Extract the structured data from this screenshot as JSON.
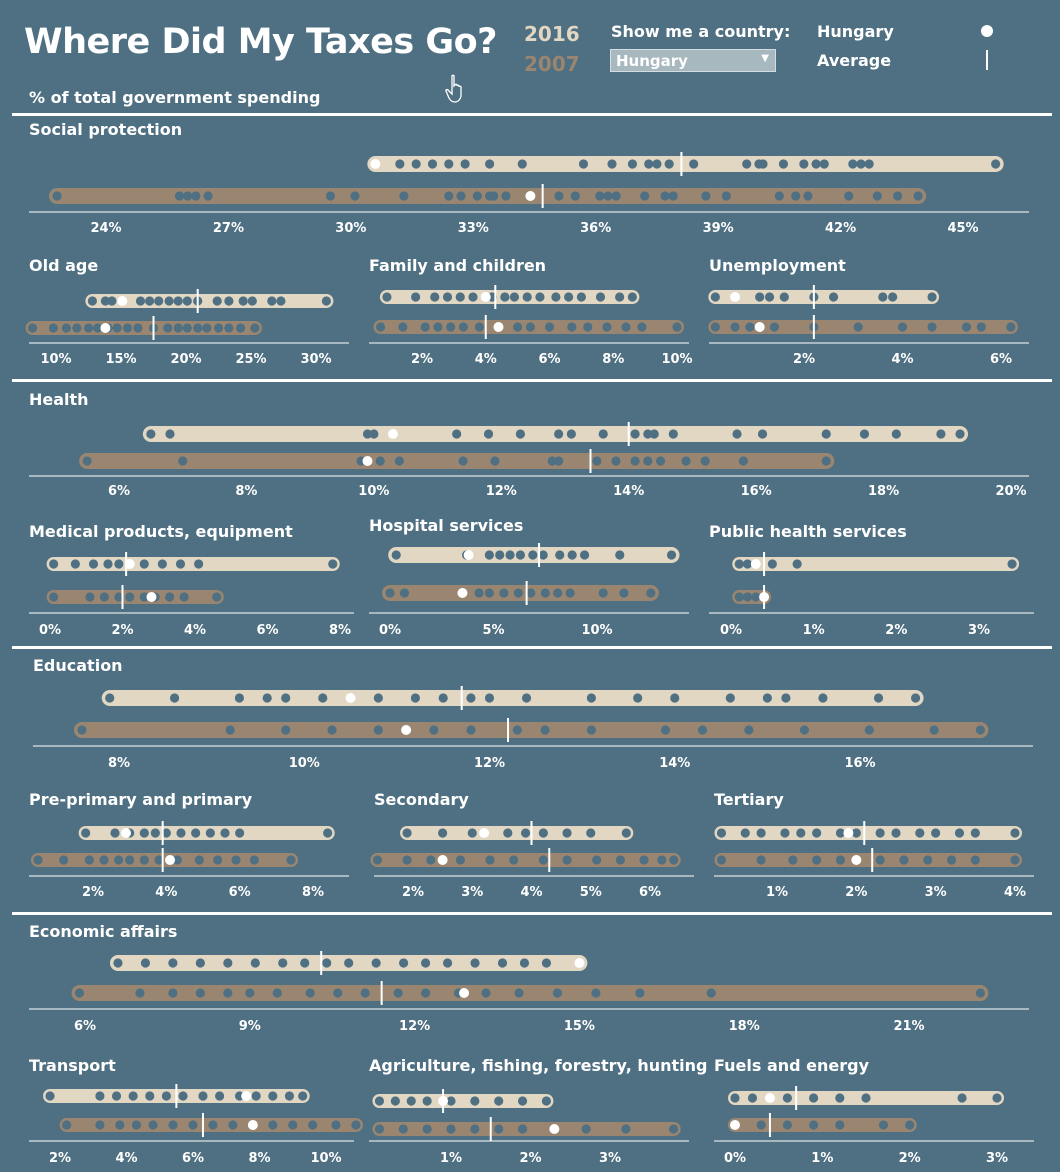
{
  "header": {
    "title": "Where Did My Taxes Go?",
    "subtitle": "% of total government spending",
    "year_recent": "2016",
    "year_old": "2007",
    "country_prompt": "Show me a country:",
    "selected_country": "Hungary",
    "legend_country": "Hungary",
    "legend_average": "Average"
  },
  "colors": {
    "background": "#4f7082",
    "track_2016": "#e2d7c3",
    "track_2007": "#9a8670",
    "country_dots": "#4f7082",
    "highlight": "#ffffff"
  },
  "chart_data": [
    {
      "id": "social",
      "type": "scatter",
      "title": "Social protection",
      "xlabel": "% of total government spending",
      "ticks": [
        24,
        27,
        30,
        33,
        36,
        39,
        42,
        45
      ],
      "tick_suffix": "%",
      "series": [
        {
          "name": "2016",
          "values": [
            30.6,
            31.2,
            31.6,
            32.0,
            32.4,
            32.8,
            33.4,
            34.2,
            35.7,
            36.4,
            36.9,
            37.3,
            37.5,
            37.8,
            38.4,
            39.7,
            40.0,
            40.1,
            40.6,
            41.1,
            41.4,
            41.6,
            42.3,
            42.5,
            42.7,
            45.8
          ],
          "hungary": 30.6,
          "average": 38.1
        },
        {
          "name": "2007",
          "values": [
            22.8,
            25.8,
            26.0,
            26.2,
            26.5,
            29.5,
            30.1,
            31.3,
            32.4,
            32.7,
            33.1,
            33.4,
            33.5,
            33.8,
            34.4,
            35.1,
            35.5,
            36.1,
            36.3,
            36.5,
            37.2,
            37.7,
            37.9,
            38.7,
            39.2,
            40.5,
            40.9,
            41.2,
            42.2,
            42.9,
            43.4,
            43.9
          ],
          "hungary": 34.4,
          "average": 34.7
        }
      ]
    },
    {
      "id": "oldage",
      "type": "scatter",
      "title": "Old age",
      "ticks": [
        10,
        15,
        20,
        25,
        30
      ],
      "tick_suffix": "%",
      "series": [
        {
          "name": "2016",
          "values": [
            12.8,
            13.8,
            14.3,
            15.1,
            16.5,
            17.2,
            17.9,
            18.7,
            19.4,
            20.1,
            20.9,
            22.4,
            23.3,
            24.4,
            25.1,
            26.6,
            27.3,
            30.8
          ],
          "hungary": 15.1,
          "average": 20.9
        },
        {
          "name": "2007",
          "values": [
            8.2,
            9.8,
            10.8,
            11.6,
            12.5,
            13.2,
            14.0,
            14.7,
            15.5,
            16.3,
            17.5,
            18.6,
            19.4,
            20.1,
            20.9,
            21.6,
            22.5,
            23.3,
            24.2,
            25.3
          ],
          "hungary": 13.8,
          "average": 17.5
        }
      ]
    },
    {
      "id": "family",
      "type": "scatter",
      "title": "Family and children",
      "ticks": [
        2,
        4,
        6,
        8,
        10
      ],
      "tick_suffix": "%",
      "series": [
        {
          "name": "2016",
          "values": [
            0.9,
            1.8,
            2.4,
            2.8,
            3.2,
            3.6,
            4.2,
            4.6,
            4.9,
            5.3,
            5.7,
            6.2,
            6.6,
            7.0,
            7.6,
            8.2,
            8.6
          ],
          "hungary": 4.0,
          "average": 4.3
        },
        {
          "name": "2007",
          "values": [
            0.7,
            1.4,
            2.1,
            2.5,
            2.9,
            3.3,
            3.8,
            4.4,
            5.0,
            5.4,
            6.0,
            6.7,
            7.2,
            7.8,
            8.4,
            8.9,
            10.0
          ],
          "hungary": 4.4,
          "average": 4.0
        }
      ]
    },
    {
      "id": "unemployment",
      "type": "scatter",
      "title": "Unemployment",
      "ticks": [
        2,
        4,
        6
      ],
      "tick_suffix": "%",
      "series": [
        {
          "name": "2016",
          "values": [
            0.2,
            0.6,
            1.1,
            1.3,
            1.6,
            2.2,
            2.6,
            3.6,
            3.8,
            4.6
          ],
          "hungary": 0.6,
          "average": 2.2
        },
        {
          "name": "2007",
          "values": [
            0.2,
            0.6,
            0.9,
            1.1,
            1.4,
            2.2,
            3.1,
            4.0,
            4.6,
            5.3,
            5.6,
            6.2
          ],
          "hungary": 1.1,
          "average": 2.2
        }
      ]
    },
    {
      "id": "health",
      "type": "scatter",
      "title": "Health",
      "ticks": [
        6,
        8,
        10,
        12,
        14,
        16,
        18,
        20
      ],
      "tick_suffix": "%",
      "series": [
        {
          "name": "2016",
          "values": [
            6.5,
            6.8,
            9.9,
            10.0,
            10.3,
            11.3,
            11.8,
            12.3,
            12.9,
            13.1,
            13.6,
            14.1,
            14.3,
            14.4,
            14.7,
            15.7,
            16.1,
            17.1,
            17.7,
            18.2,
            18.9,
            19.2
          ],
          "hungary": 10.3,
          "average": 14.0
        },
        {
          "name": "2007",
          "values": [
            5.5,
            7.0,
            9.8,
            10.1,
            10.4,
            11.4,
            11.9,
            12.8,
            12.9,
            13.5,
            13.8,
            14.1,
            14.3,
            14.5,
            14.9,
            15.2,
            15.8,
            17.1
          ],
          "hungary": 9.9,
          "average": 13.4
        }
      ]
    },
    {
      "id": "medical",
      "type": "scatter",
      "title": "Medical products, equipment",
      "ticks": [
        0,
        2,
        4,
        6,
        8
      ],
      "tick_suffix": "%",
      "series": [
        {
          "name": "2016",
          "values": [
            0.1,
            0.7,
            1.2,
            1.6,
            1.9,
            2.2,
            2.6,
            3.1,
            3.6,
            4.1,
            7.8
          ],
          "hungary": 2.2,
          "average": 2.1
        },
        {
          "name": "2007",
          "values": [
            0.1,
            1.1,
            1.5,
            1.9,
            2.2,
            2.6,
            2.9,
            3.3,
            3.7,
            4.6
          ],
          "hungary": 2.8,
          "average": 2.0
        }
      ]
    },
    {
      "id": "hospital",
      "type": "scatter",
      "title": "Hospital services",
      "ticks": [
        0,
        5,
        10
      ],
      "tick_suffix": "%",
      "series": [
        {
          "name": "2016",
          "values": [
            0.3,
            3.7,
            4.8,
            5.3,
            5.8,
            6.3,
            6.9,
            7.4,
            8.2,
            8.8,
            9.4,
            11.1,
            13.6
          ],
          "hungary": 3.8,
          "average": 7.2
        },
        {
          "name": "2007",
          "values": [
            0.0,
            0.7,
            3.5,
            4.3,
            4.8,
            5.5,
            6.2,
            6.8,
            7.5,
            8.1,
            8.7,
            10.3,
            11.3,
            12.6
          ],
          "hungary": 3.5,
          "average": 6.6
        }
      ]
    },
    {
      "id": "publichealth",
      "type": "scatter",
      "title": "Public health services",
      "ticks": [
        0,
        1,
        2,
        3
      ],
      "tick_suffix": "%",
      "series": [
        {
          "name": "2016",
          "values": [
            0.1,
            0.2,
            0.3,
            0.5,
            0.8,
            3.4
          ],
          "hungary": 0.3,
          "average": 0.4
        },
        {
          "name": "2007",
          "values": [
            0.1,
            0.2,
            0.3,
            0.4
          ],
          "hungary": 0.4,
          "average": 0.4
        }
      ]
    },
    {
      "id": "education",
      "type": "scatter",
      "title": "Education",
      "ticks": [
        8,
        10,
        12,
        14,
        16
      ],
      "tick_suffix": "%",
      "series": [
        {
          "name": "2016",
          "values": [
            7.9,
            8.6,
            9.3,
            9.6,
            9.8,
            10.2,
            10.5,
            10.8,
            11.2,
            11.5,
            11.8,
            12.0,
            12.4,
            13.1,
            13.6,
            14.0,
            14.6,
            15.0,
            15.2,
            15.6,
            16.2,
            16.6
          ],
          "hungary": 10.5,
          "average": 11.7
        },
        {
          "name": "2007",
          "values": [
            7.6,
            9.2,
            9.8,
            10.3,
            10.8,
            11.4,
            11.8,
            12.3,
            12.6,
            13.1,
            13.9,
            14.3,
            14.8,
            15.4,
            16.1,
            16.8,
            17.3
          ],
          "hungary": 11.1,
          "average": 12.2
        }
      ]
    },
    {
      "id": "primary",
      "type": "scatter",
      "title": "Pre-primary and primary",
      "ticks": [
        2,
        4,
        6,
        8
      ],
      "tick_suffix": "%",
      "series": [
        {
          "name": "2016",
          "values": [
            1.8,
            2.6,
            3.0,
            3.4,
            3.7,
            4.0,
            4.4,
            4.8,
            5.2,
            5.6,
            6.0,
            8.4
          ],
          "hungary": 2.9,
          "average": 3.9
        },
        {
          "name": "2007",
          "values": [
            0.5,
            1.2,
            1.9,
            2.3,
            2.7,
            3.0,
            3.4,
            3.8,
            4.3,
            4.9,
            5.4,
            5.9,
            6.4,
            7.4
          ],
          "hungary": 4.1,
          "average": 3.9
        }
      ]
    },
    {
      "id": "secondary",
      "type": "scatter",
      "title": "Secondary",
      "ticks": [
        2,
        3,
        4,
        5,
        6
      ],
      "tick_suffix": "%",
      "series": [
        {
          "name": "2016",
          "values": [
            1.9,
            2.5,
            3.0,
            3.2,
            3.6,
            3.9,
            4.2,
            4.6,
            5.0,
            5.6
          ],
          "hungary": 3.2,
          "average": 4.0
        },
        {
          "name": "2007",
          "values": [
            1.4,
            1.9,
            2.3,
            2.8,
            3.3,
            3.7,
            4.2,
            4.6,
            5.1,
            5.5,
            5.9,
            6.2,
            6.4
          ],
          "hungary": 2.5,
          "average": 4.3
        }
      ]
    },
    {
      "id": "tertiary",
      "type": "scatter",
      "title": "Tertiary",
      "ticks": [
        1,
        2,
        3,
        4
      ],
      "tick_suffix": "%",
      "series": [
        {
          "name": "2016",
          "values": [
            0.3,
            0.6,
            0.8,
            1.1,
            1.3,
            1.5,
            1.8,
            2.0,
            2.3,
            2.5,
            2.8,
            3.0,
            3.3,
            3.5,
            4.0
          ],
          "hungary": 1.9,
          "average": 2.1
        },
        {
          "name": "2007",
          "values": [
            0.3,
            0.8,
            1.2,
            1.5,
            1.8,
            2.0,
            2.3,
            2.6,
            2.9,
            3.2,
            3.5,
            4.0
          ],
          "hungary": 2.0,
          "average": 2.2
        }
      ]
    },
    {
      "id": "economic",
      "type": "scatter",
      "title": "Economic affairs",
      "ticks": [
        6,
        9,
        12,
        15,
        18,
        21
      ],
      "tick_suffix": "%",
      "series": [
        {
          "name": "2016",
          "values": [
            6.6,
            7.1,
            7.6,
            8.1,
            8.6,
            9.1,
            9.6,
            10.0,
            10.4,
            10.8,
            11.3,
            11.8,
            12.2,
            12.6,
            13.1,
            13.6,
            14.0,
            14.4,
            15.0
          ],
          "hungary": 15.0,
          "average": 10.3
        },
        {
          "name": "2007",
          "values": [
            5.9,
            7.0,
            7.6,
            8.1,
            8.6,
            9.0,
            9.5,
            10.1,
            10.6,
            11.1,
            11.7,
            12.2,
            12.8,
            13.3,
            13.9,
            14.6,
            15.3,
            16.1,
            17.4,
            22.3
          ],
          "hungary": 12.9,
          "average": 11.4
        }
      ]
    },
    {
      "id": "transport",
      "type": "scatter",
      "title": "Transport",
      "ticks": [
        2,
        4,
        6,
        8,
        10
      ],
      "tick_suffix": "%",
      "series": [
        {
          "name": "2016",
          "values": [
            1.7,
            3.2,
            3.7,
            4.2,
            4.7,
            5.2,
            5.7,
            6.3,
            6.8,
            7.4,
            7.9,
            8.4,
            8.9,
            9.3
          ],
          "hungary": 7.6,
          "average": 5.5
        },
        {
          "name": "2007",
          "values": [
            2.2,
            3.2,
            3.8,
            4.3,
            4.8,
            5.4,
            6.0,
            6.6,
            7.2,
            7.8,
            8.4,
            9.0,
            9.6,
            10.3,
            10.9
          ],
          "hungary": 7.8,
          "average": 6.3
        }
      ]
    },
    {
      "id": "agriculture",
      "type": "scatter",
      "title": "Agriculture, fishing, forestry, hunting",
      "ticks": [
        1,
        2,
        3
      ],
      "tick_suffix": "%",
      "series": [
        {
          "name": "2016",
          "values": [
            0.1,
            0.3,
            0.5,
            0.7,
            0.9,
            1.0,
            1.3,
            1.6,
            1.9,
            2.2
          ],
          "hungary": 0.9,
          "average": 0.9
        },
        {
          "name": "2007",
          "values": [
            0.1,
            0.4,
            0.7,
            1.0,
            1.3,
            1.6,
            1.9,
            2.3,
            2.7,
            3.2,
            3.8
          ],
          "hungary": 2.3,
          "average": 1.5
        }
      ]
    },
    {
      "id": "fuel",
      "type": "scatter",
      "title": "Fuels and energy",
      "ticks": [
        0,
        1,
        2,
        3
      ],
      "tick_suffix": "%",
      "series": [
        {
          "name": "2016",
          "values": [
            0.0,
            0.2,
            0.4,
            0.6,
            0.9,
            1.2,
            1.5,
            2.6,
            3.0
          ],
          "hungary": 0.4,
          "average": 0.7
        },
        {
          "name": "2007",
          "values": [
            0.0,
            0.3,
            0.6,
            0.9,
            1.2,
            1.7,
            2.0
          ],
          "hungary": 0.0,
          "average": 0.4
        }
      ]
    }
  ]
}
